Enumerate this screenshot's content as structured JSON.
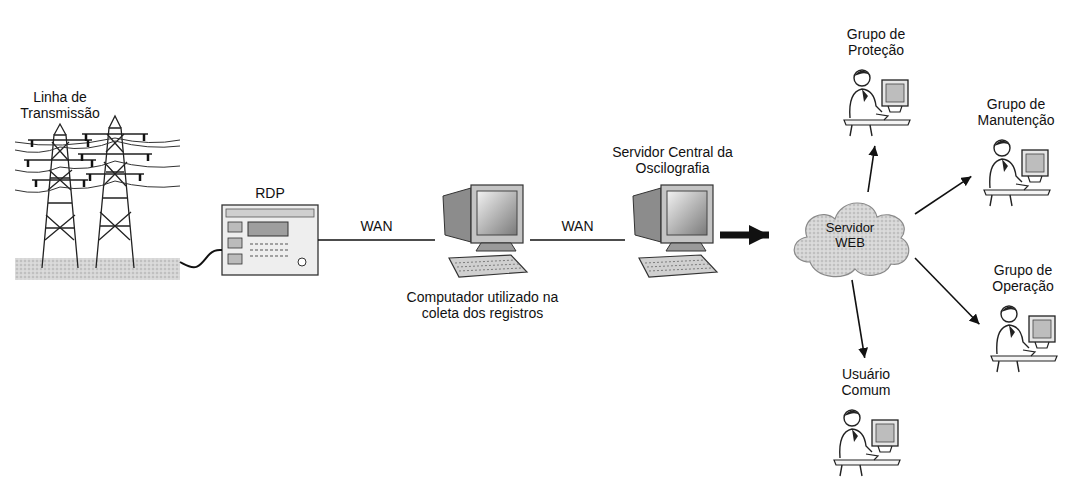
{
  "diagram": {
    "nodes": [
      {
        "text": [
          "Linha de Transmissão"
        ]
      },
      {
        "text": [
          "RDP"
        ]
      },
      {
        "text": [
          "Computador utilizado na coleta dos registros"
        ]
      },
      {
        "text": [
          "Servidor Central da Oscilografia"
        ]
      },
      {
        "text": [
          "Servidor WEB"
        ]
      },
      {
        "text": [
          "Grupo de Proteção"
        ]
      },
      {
        "text": [
          "Grupo de Manutenção"
        ]
      },
      {
        "text": [
          "Grupo de Operação"
        ]
      },
      {
        "text": [
          "Usuário Comum"
        ]
      }
    ],
    "edges": [
      {
        "from": 0,
        "to": 1,
        "arrow": "none"
      },
      {
        "from": 1,
        "to": 2,
        "label": "WAN",
        "arrow": "none"
      },
      {
        "from": 2,
        "to": 3,
        "label": "WAN",
        "arrow": "none"
      },
      {
        "from": 3,
        "to": 4,
        "arrow": "to"
      },
      {
        "from": 4,
        "to": 5,
        "arrow": "to"
      },
      {
        "from": 4,
        "to": 6,
        "arrow": "to"
      },
      {
        "from": 4,
        "to": 7,
        "arrow": "to"
      },
      {
        "from": 4,
        "to": 8,
        "arrow": "to"
      }
    ]
  }
}
